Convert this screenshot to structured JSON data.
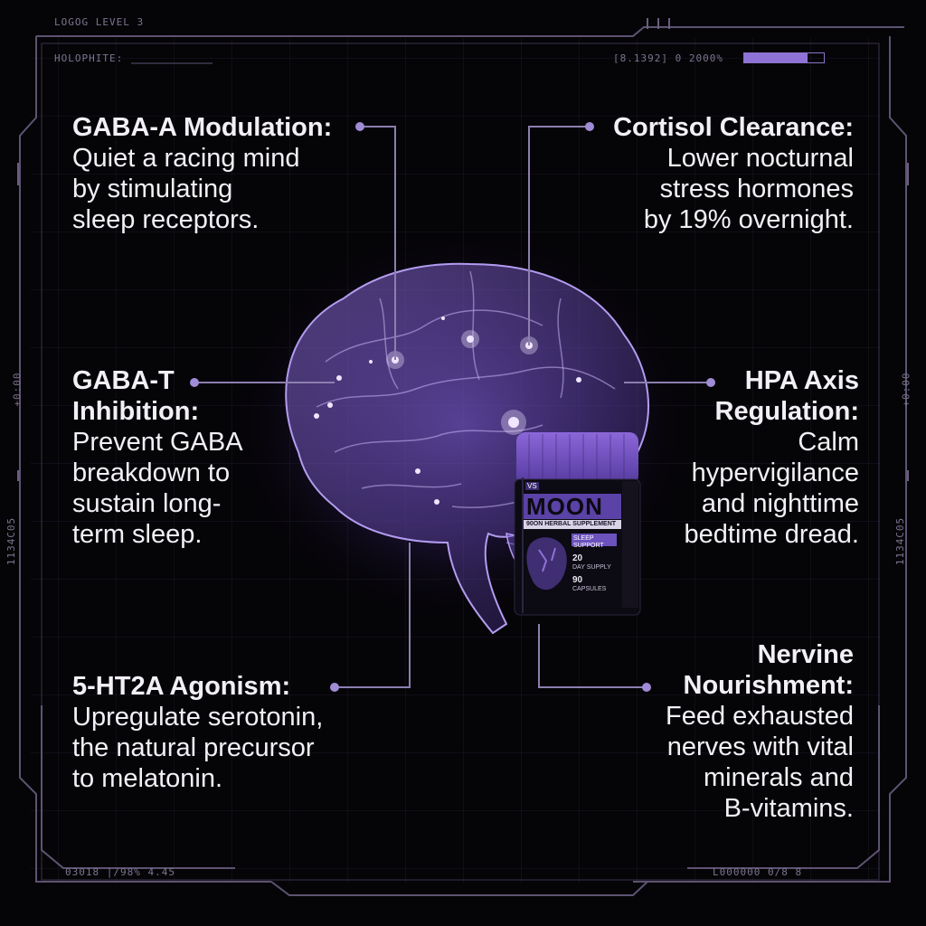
{
  "hud": {
    "top_left": "LOGOG LEVEL 3",
    "header_left": "HOLOPHITE:",
    "header_right_readout": "[8.1392] 0  2000%",
    "progress_fraction": 0.8,
    "left_side_top": "+0:00",
    "left_side_bottom": "1134C05",
    "right_side_top": "+0:00",
    "right_side_bottom": "1134C05",
    "bottom_left": "03018 |/98% 4.45",
    "bottom_right": "L000000 0/8 8"
  },
  "callouts": [
    {
      "id": "gaba-a",
      "title": "GABA-A Modulation:",
      "body": "Quiet a racing mind\nby stimulating\nsleep receptors."
    },
    {
      "id": "cortisol",
      "title": "Cortisol Clearance:",
      "body": "Lower nocturnal\nstress hormones\nby 19% overnight."
    },
    {
      "id": "gaba-t",
      "title": "GABA-T\nInhibition:",
      "body": "Prevent GABA\nbreakdown to\nsustain long-\nterm sleep."
    },
    {
      "id": "hpa",
      "title": "HPA Axis\nRegulation:",
      "body": "Calm\nhypervigilance\nand nighttime\nbedtime dread."
    },
    {
      "id": "5ht2a",
      "title": "5-HT2A Agonism:",
      "body": "Upregulate serotonin,\nthe natural precursor\nto melatonin."
    },
    {
      "id": "nervine",
      "title": "Nervine\nNourishment:",
      "body": "Feed exhausted\nnerves with vital\nminerals and\nB-vitamins."
    }
  ],
  "product": {
    "brand_badge": "VS",
    "name": "MOON",
    "subtitle": "90ON HERBAL SUPPLEMENT",
    "tag": "SLEEP SUPPORT",
    "supply_num": "20",
    "supply_label": "DAY SUPPLY",
    "capsule_num": "90",
    "capsule_label": "CAPSULES"
  },
  "colors": {
    "accent": "#8f72d6",
    "frame": "#5d5372",
    "brain": "#9b7fe6",
    "background": "#050407",
    "text": "#f2f0f6"
  }
}
